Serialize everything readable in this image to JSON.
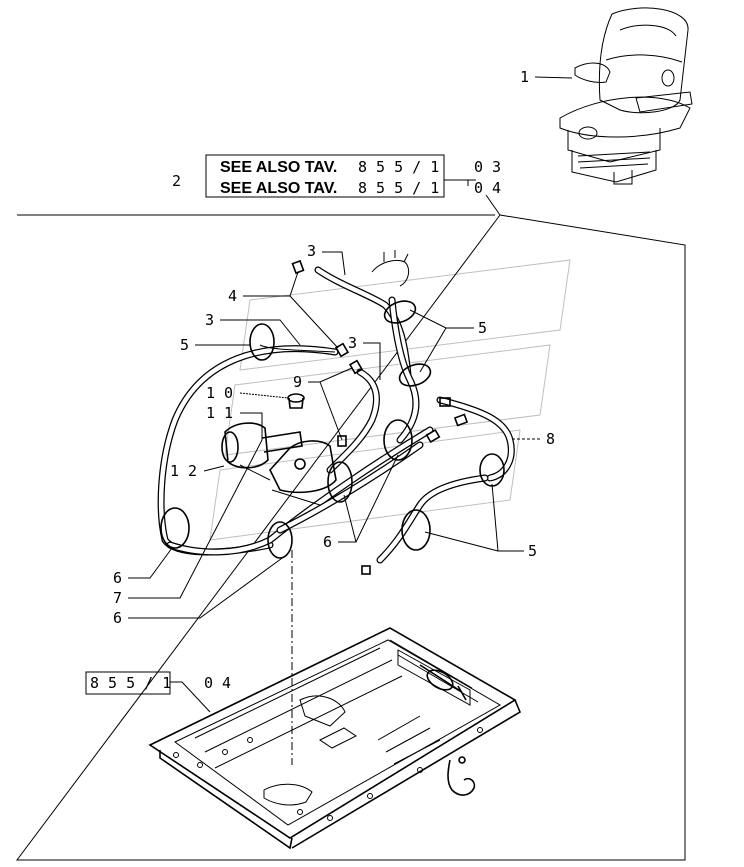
{
  "callouts": {
    "c1": "1",
    "c2": "2",
    "c3a": "3",
    "c3b": "3",
    "c3c": "3",
    "c4": "4",
    "c5a": "5",
    "c5b": "5",
    "c5c": "5",
    "c6a": "6",
    "c6b": "6",
    "c6c": "6",
    "c7": "7",
    "c8": "8",
    "c9": "9",
    "c10": "1 0",
    "c11": "1 1",
    "c12": "1 2"
  },
  "references": {
    "see_also_1_prefix": "SEE ALSO TAV.",
    "see_also_1_code": "8 5 5 / 1",
    "see_also_1_suffix": "0 3",
    "see_also_2_prefix": "SEE ALSO TAV.",
    "see_also_2_code": "8 5 5 / 1",
    "see_also_2_suffix": "0 4",
    "frame_code": "8 5 5 / 1",
    "frame_suffix": "0 4"
  }
}
